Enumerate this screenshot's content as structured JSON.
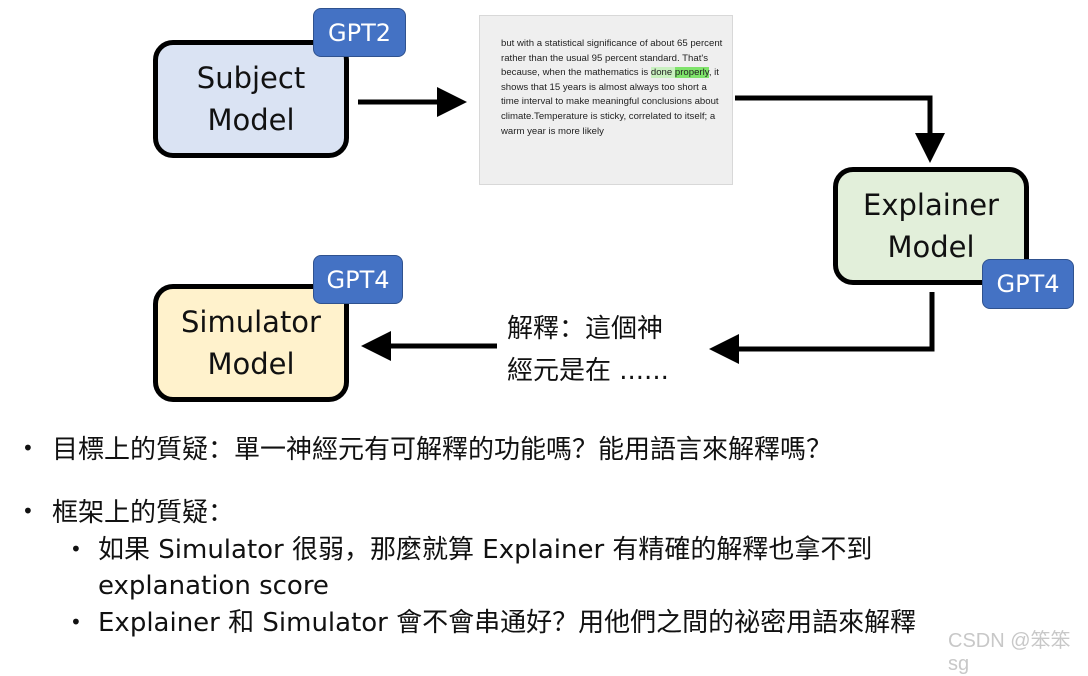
{
  "diagram": {
    "subject_model": {
      "line1": "Subject",
      "line2": "Model",
      "tag": "GPT2",
      "fill": "#dae3f3"
    },
    "explainer_model": {
      "line1": "Explainer",
      "line2": "Model",
      "tag": "GPT4",
      "fill": "#e2efda"
    },
    "simulator_model": {
      "line1": "Simulator",
      "line2": "Model",
      "tag": "GPT4",
      "fill": "#fff2cc"
    },
    "document": {
      "text_before": "but with a statistical significance of about 65 percent rather than the usual 95 percent standard. That's because, when the mathematics is ",
      "highlight_light": "done ",
      "highlight_strong": "properly",
      "text_after": ", it shows that 15 years is almost always too short a time interval to make meaningful conclusions about climate.Temperature is sticky, correlated to itself; a warm year is more likely"
    },
    "explanation": {
      "line1": "解釋：這個神",
      "line2": "經元是在 ......"
    }
  },
  "bullets": [
    {
      "text": "目標上的質疑：單一神經元有可解釋的功能嗎？能用語言來解釋嗎？"
    },
    {
      "text": "框架上的質疑："
    },
    {
      "text": "如果 Simulator 很弱，那麼就算 Explainer 有精確的解釋也拿不到"
    },
    {
      "text": "explanation score"
    },
    {
      "text": "Explainer 和 Simulator 會不會串通好？用他們之間的祕密用語來解釋"
    }
  ],
  "watermark": "CSDN @笨笨sg",
  "bullet_glyph": "•"
}
